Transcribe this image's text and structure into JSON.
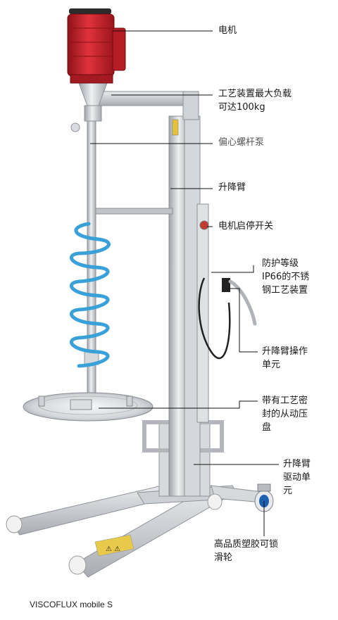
{
  "labels": {
    "motor": "电机",
    "capacity_line1": "工艺装置最大负载",
    "capacity_line2": "可达100kg",
    "pump": "偏心螺杆泵",
    "lift_arm": "升降臂",
    "switch": "电机启停开关",
    "enclosure_line1": "防护等级",
    "enclosure_line2": "IP66的不锈",
    "enclosure_line3": "钢工艺装置",
    "operation_line1": "升降臂操作",
    "operation_line2": "单元",
    "plate_line1": "带有工艺密",
    "plate_line2": "封的从动压",
    "plate_line3": "盘",
    "drive_line1": "升降臂",
    "drive_line2": "驱动单",
    "drive_line3": "元",
    "casters_line1": "高品质塑胶可锁",
    "casters_line2": "滑轮"
  },
  "caption": "VISCOFLUX mobile S",
  "colors": {
    "motor_red": "#c8202a",
    "steel": "#c9ccd0",
    "hose_blue": "#3aa0d8",
    "wheel_blue": "#1f5fb0"
  }
}
